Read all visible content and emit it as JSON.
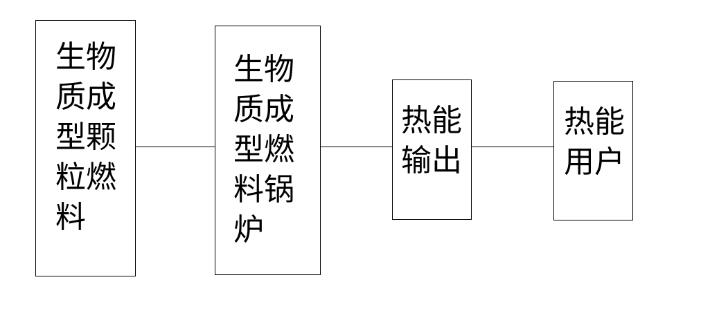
{
  "diagram": {
    "nodes": [
      {
        "id": "biomass-pellet-fuel",
        "label": "生物质成型颗粒燃料"
      },
      {
        "id": "biomass-pellet-boiler",
        "label": "生物质成型燃料锅炉"
      },
      {
        "id": "heat-output",
        "label": "热能输出"
      },
      {
        "id": "heat-user",
        "label": "热能用户"
      }
    ],
    "edges": [
      {
        "from": "biomass-pellet-fuel",
        "to": "biomass-pellet-boiler"
      },
      {
        "from": "biomass-pellet-boiler",
        "to": "heat-output"
      },
      {
        "from": "heat-output",
        "to": "heat-user"
      }
    ],
    "colors": {
      "stroke": "#000000",
      "background": "#ffffff",
      "text": "#000000"
    }
  }
}
